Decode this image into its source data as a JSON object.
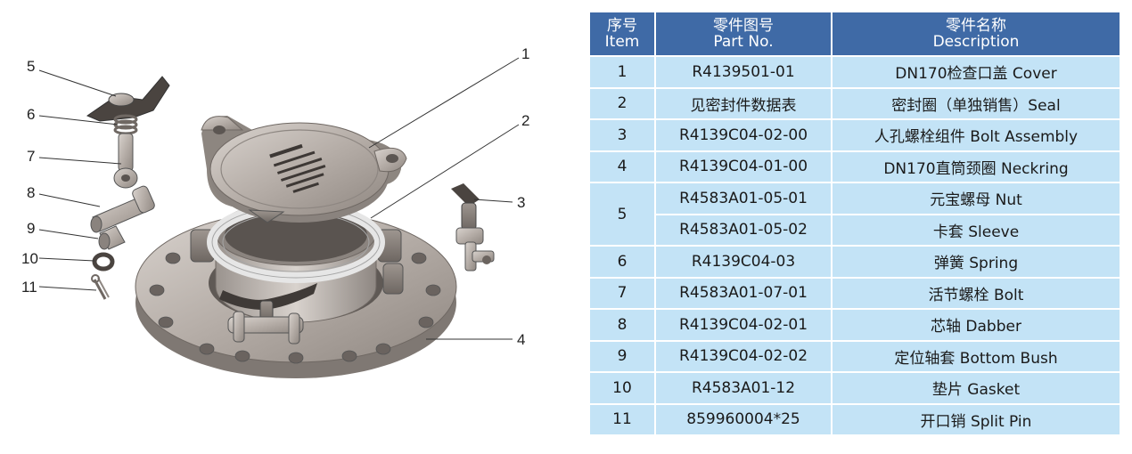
{
  "callouts": [
    "1",
    "2",
    "3",
    "4",
    "5",
    "6",
    "7",
    "8",
    "9",
    "10",
    "11"
  ],
  "cover_marking": "",
  "table": {
    "headers": {
      "item_cn": "序号",
      "item_en": "Item",
      "part_cn": "零件图号",
      "part_en": "Part No.",
      "desc_cn": "零件名称",
      "desc_en": "Description"
    },
    "rows": [
      {
        "item": "1",
        "part": "R4139501-01",
        "desc": "DN170检查口盖 Cover"
      },
      {
        "item": "2",
        "part": "见密封件数据表",
        "desc": "密封圈（单独销售）Seal"
      },
      {
        "item": "3",
        "part": "R4139C04-02-00",
        "desc": "人孔螺栓组件 Bolt Assembly"
      },
      {
        "item": "4",
        "part": "R4139C04-01-00",
        "desc": "DN170直筒颈圈 Neckring"
      },
      {
        "item": "5",
        "part": "R4583A01-05-01",
        "desc": "元宝螺母 Nut"
      },
      {
        "item": "",
        "part": "R4583A01-05-02",
        "desc": "卡套 Sleeve"
      },
      {
        "item": "6",
        "part": "R4139C04-03",
        "desc": "弹簧 Spring"
      },
      {
        "item": "7",
        "part": "R4583A01-07-01",
        "desc": "活节螺栓 Bolt"
      },
      {
        "item": "8",
        "part": "R4139C04-02-01",
        "desc": "芯轴 Dabber"
      },
      {
        "item": "9",
        "part": "R4139C04-02-02",
        "desc": "定位轴套 Bottom Bush"
      },
      {
        "item": "10",
        "part": "R4583A01-12",
        "desc": "垫片 Gasket"
      },
      {
        "item": "11",
        "part": "859960004*25",
        "desc": "开口销 Split Pin"
      }
    ]
  },
  "colors": {
    "header_bg": "#3f6aa6",
    "cell_bg": "#c3e3f6",
    "metal": "#b9b1ab"
  }
}
